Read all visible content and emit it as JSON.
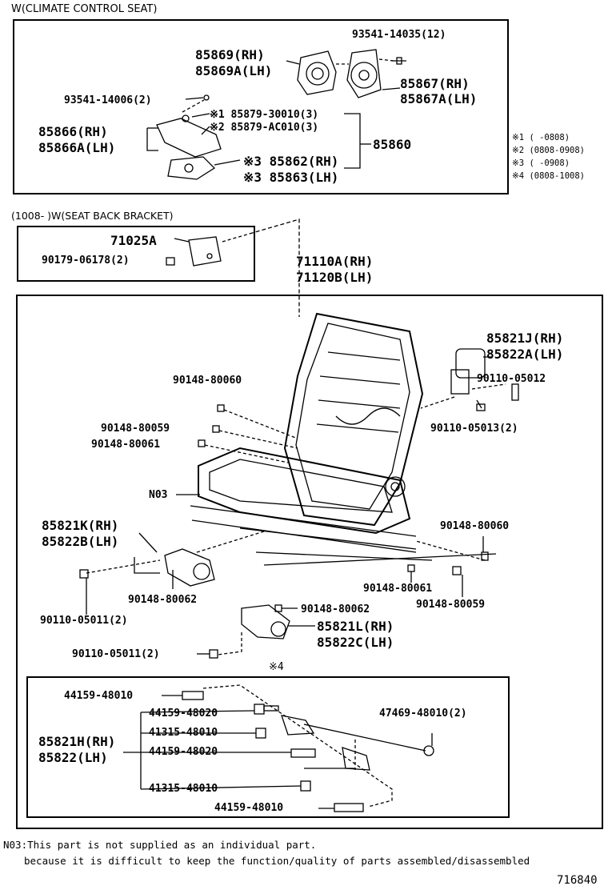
{
  "sections": {
    "climate": {
      "title": "W(CLIMATE CONTROL SEAT)",
      "parts": {
        "p1": "93541-14035(12)",
        "p2": "85869(RH)",
        "p3": "85869A(LH)",
        "p4": "85867(RH)",
        "p5": "85867A(LH)",
        "p6": "93541-14006(2)",
        "p7": "※1 85879-30010(3)",
        "p8": "※2 85879-AC010(3)",
        "p9": "85866(RH)",
        "p10": "85866A(LH)",
        "p11": "85860",
        "p12": "※3 85862(RH)",
        "p13": "※3 85863(LH)"
      }
    },
    "legend": [
      "※1  (      -0808)",
      "※2 (0808-0908)",
      "※3  (      -0908)",
      "※4 (0808-1008)"
    ],
    "bracket": {
      "title": "(1008-      )W(SEAT BACK BRACKET)",
      "parts": {
        "p1": "71025A",
        "p2": "90179-06178(2)"
      }
    },
    "main": {
      "parts": {
        "p1": "71110A(RH)",
        "p2": "71120B(LH)",
        "p3": "85821J(RH)",
        "p4": "85822A(LH)",
        "p5": "90148-80060",
        "p6": "90110-05012",
        "p7": "90148-80059",
        "p8": "90110-05013(2)",
        "p9": "90148-80061",
        "p10": "N03",
        "p11": "85821K(RH)",
        "p12": "85822B(LH)",
        "p13": "90148-80060",
        "p14": "90148-80062",
        "p15": "90148-80061",
        "p16": "90148-80059",
        "p17": "90110-05011(2)",
        "p18": "90148-80062",
        "p19": "85821L(RH)",
        "p20": "85822C(LH)",
        "p21": "90110-05011(2)"
      }
    },
    "motor": {
      "mark": "※4",
      "parts": {
        "p1": "44159-48010",
        "p2": "44159-48020",
        "p3": "47469-48010(2)",
        "p4": "41315-48010",
        "p5": "85821H(RH)",
        "p6": "85822(LH)",
        "p7": "44159-48020",
        "p8": "41315-48010",
        "p9": "44159-48010"
      }
    }
  },
  "footnote": {
    "line1": "N03:This part is not supplied as an individual part.",
    "line2": "because it is difficult to keep the function/quality of parts assembled/disassembled"
  },
  "figure_number": "716840"
}
